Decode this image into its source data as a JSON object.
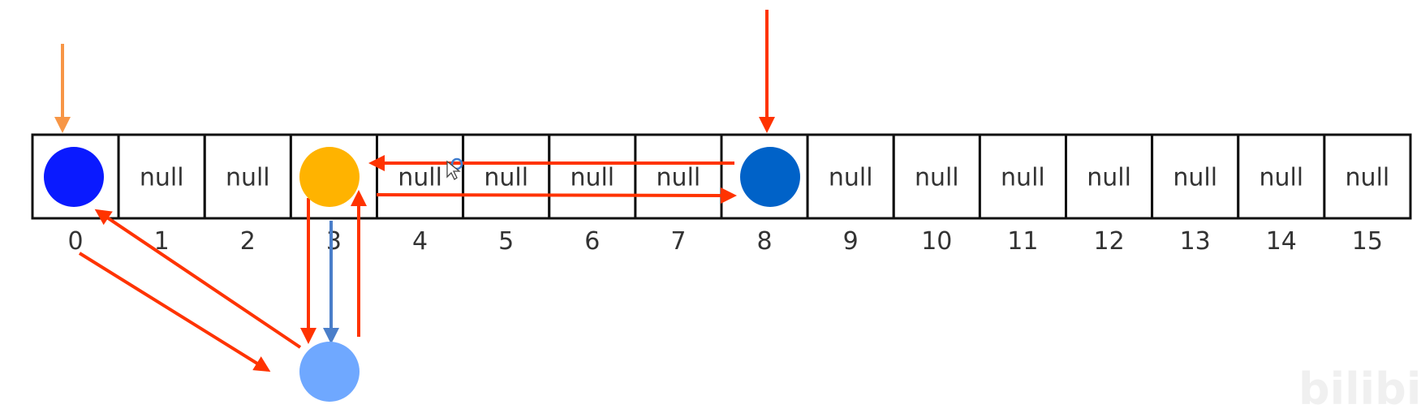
{
  "array": {
    "cells": [
      {
        "index": "0",
        "content": ""
      },
      {
        "index": "1",
        "content": "null"
      },
      {
        "index": "2",
        "content": "null"
      },
      {
        "index": "3",
        "content": ""
      },
      {
        "index": "4",
        "content": "null"
      },
      {
        "index": "5",
        "content": "null"
      },
      {
        "index": "6",
        "content": "null"
      },
      {
        "index": "7",
        "content": "null"
      },
      {
        "index": "8",
        "content": ""
      },
      {
        "index": "9",
        "content": "null"
      },
      {
        "index": "10",
        "content": "null"
      },
      {
        "index": "11",
        "content": "null"
      },
      {
        "index": "12",
        "content": "null"
      },
      {
        "index": "13",
        "content": "null"
      },
      {
        "index": "14",
        "content": "null"
      },
      {
        "index": "15",
        "content": "null"
      }
    ]
  },
  "nodes": [
    {
      "id": "node-slot-0",
      "color": "#0a1aff"
    },
    {
      "id": "node-slot-3",
      "color": "#ffb300"
    },
    {
      "id": "node-slot-8",
      "color": "#0062c8"
    },
    {
      "id": "node-detached",
      "color": "#6fa8ff"
    }
  ],
  "colors": {
    "pointer_orange": "#f79646",
    "pointer_red": "#ff3300",
    "arrow_red": "#ff3300",
    "arrow_blue": "#4a7ec9"
  },
  "watermark": {
    "text": "bilibili"
  }
}
